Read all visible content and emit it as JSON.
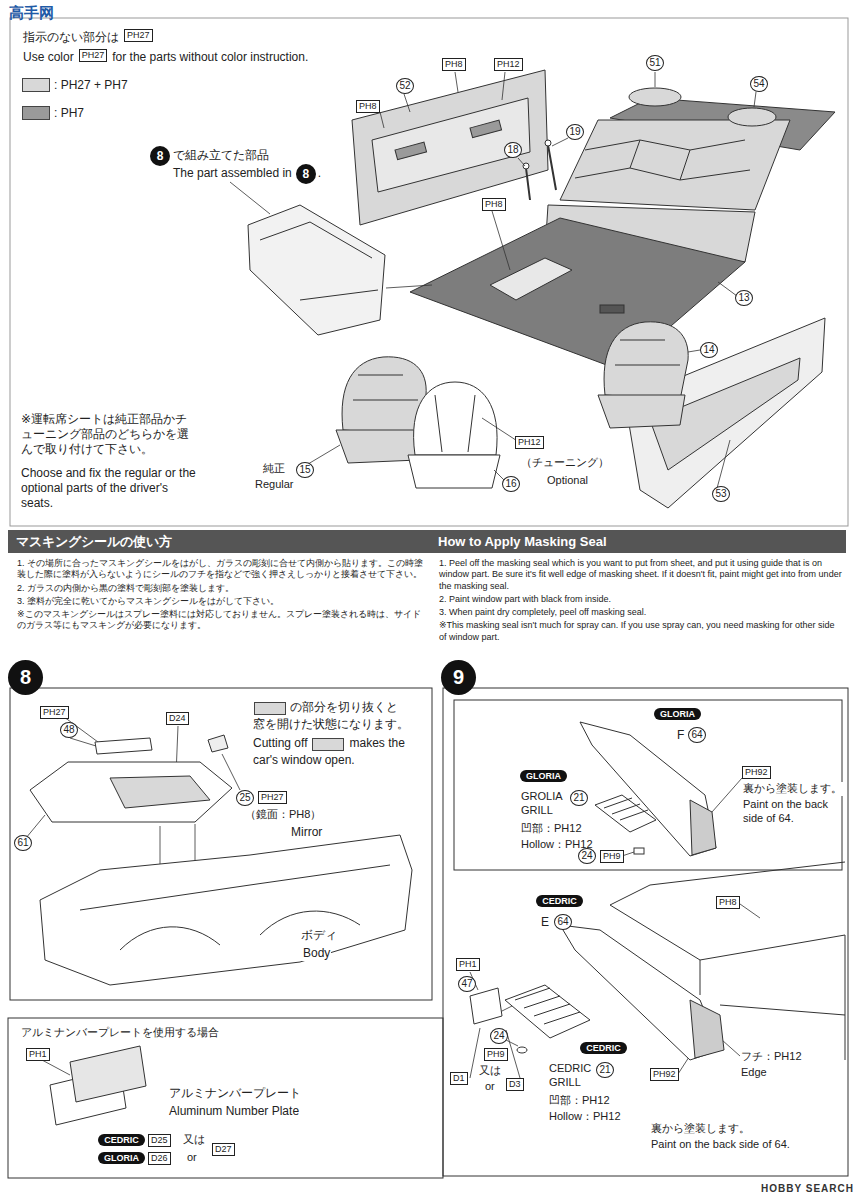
{
  "diagram": {
    "nodes": [
      {
        "text": [
          "8"
        ]
      },
      {
        "text": [
          "8"
        ]
      },
      {
        "text": [
          "マスキングシールの使い方"
        ]
      },
      {
        "text": [
          "How to Apply Masking Seal"
        ]
      },
      {
        "text": [
          "8"
        ]
      },
      {
        "text": [
          "9"
        ]
      },
      {
        "text": [
          "GLORIA"
        ]
      },
      {
        "text": [
          "GLORIA"
        ]
      },
      {
        "text": [
          "CEDRIC"
        ]
      },
      {
        "text": [
          "CEDRIC"
        ]
      },
      {
        "text": [
          "CEDRIC"
        ]
      },
      {
        "text": [
          "GLORIA"
        ]
      }
    ],
    "labels": [
      "高手网",
      "指示のない部分は",
      "PH27",
      "Use color",
      "PH27",
      "for the parts without color instruction.",
      "で組み立てた部品",
      "The part assembled in",
      ".",
      "52",
      "PH8",
      "PH12",
      "PH8",
      "51",
      "54",
      "19",
      "18",
      "PH8",
      "13",
      "14",
      "※運転席シートは純正部品かチューニング部品のどちらかを選んで取り付けて下さい。",
      "Choose and fix the regular or the optional parts of the driver's seats.",
      "純正",
      "Regular",
      "15",
      "16",
      "PH12",
      "（チューニング）",
      "Optional",
      "53",
      "1. その場所に合ったマスキングシールをはがし、ガラスの彫刻に合せて内側から貼ります。この時塗装した際に塗料が入らないようにシールのフチを指などで強く押さえしっかりと接着させて下さい。",
      "2. ガラスの内側から黒の塗料で彫刻部を塗装します。",
      "3. 塗料が完全に乾いてからマスキングシールをはがして下さい。",
      "※このマスキングシールはスプレー塗料には対応しておりません。スプレー塗装される時は、サイドのガラス等にもマスキングが必要になります。",
      "1. Peel off the masking seal which is you want to put from sheet, and put it using guide that is on window part. Be sure it's fit well edge of masking sheet. If it doesn't fit, paint might get into from under the masking seal.",
      "2. Paint window part with black from inside.",
      "3. When paint dry completely, peel off masking seal.",
      "※This masking seal isn't much for spray can. If you use spray can, you need masking for other side of window part.",
      "PH27",
      "48",
      "D24",
      "の部分を切り抜くと",
      "窓を開けた状態になります。",
      "Cutting off",
      "makes the",
      "car's window open.",
      "25",
      "PH27",
      "（鏡面：PH8）",
      "Mirror",
      "61",
      "ボディ",
      "Body",
      "F",
      "64",
      "PH92",
      "裏から塗装します。",
      "Paint on the back side of 64.",
      "GROLIA GRILL",
      "21",
      "凹部：PH12",
      "Hollow：PH12",
      "24",
      "PH9",
      "E",
      "64",
      "PH8",
      "PH1",
      "47",
      "24",
      "PH9",
      "D1",
      "又は",
      "or",
      "D3",
      "CEDRIC GRILL",
      "21",
      "凹部：PH12",
      "Hollow：PH12",
      "PH92",
      "フチ：PH12",
      "Edge",
      "裏から塗装します。",
      "Paint on the back side of 64.",
      "アルミナンバープレートを使用する場合",
      "PH1",
      "アルミナンバープレート",
      "Aluminum Number Plate",
      "D25",
      "又は",
      "D26",
      "or",
      "D27",
      "HOBBY SEARCH"
    ],
    "legend": [
      {
        "text": ": PH27 + PH7",
        "color": "#d8d8d8"
      },
      {
        "text": ": PH7",
        "color": "#9a9a9a"
      }
    ]
  }
}
